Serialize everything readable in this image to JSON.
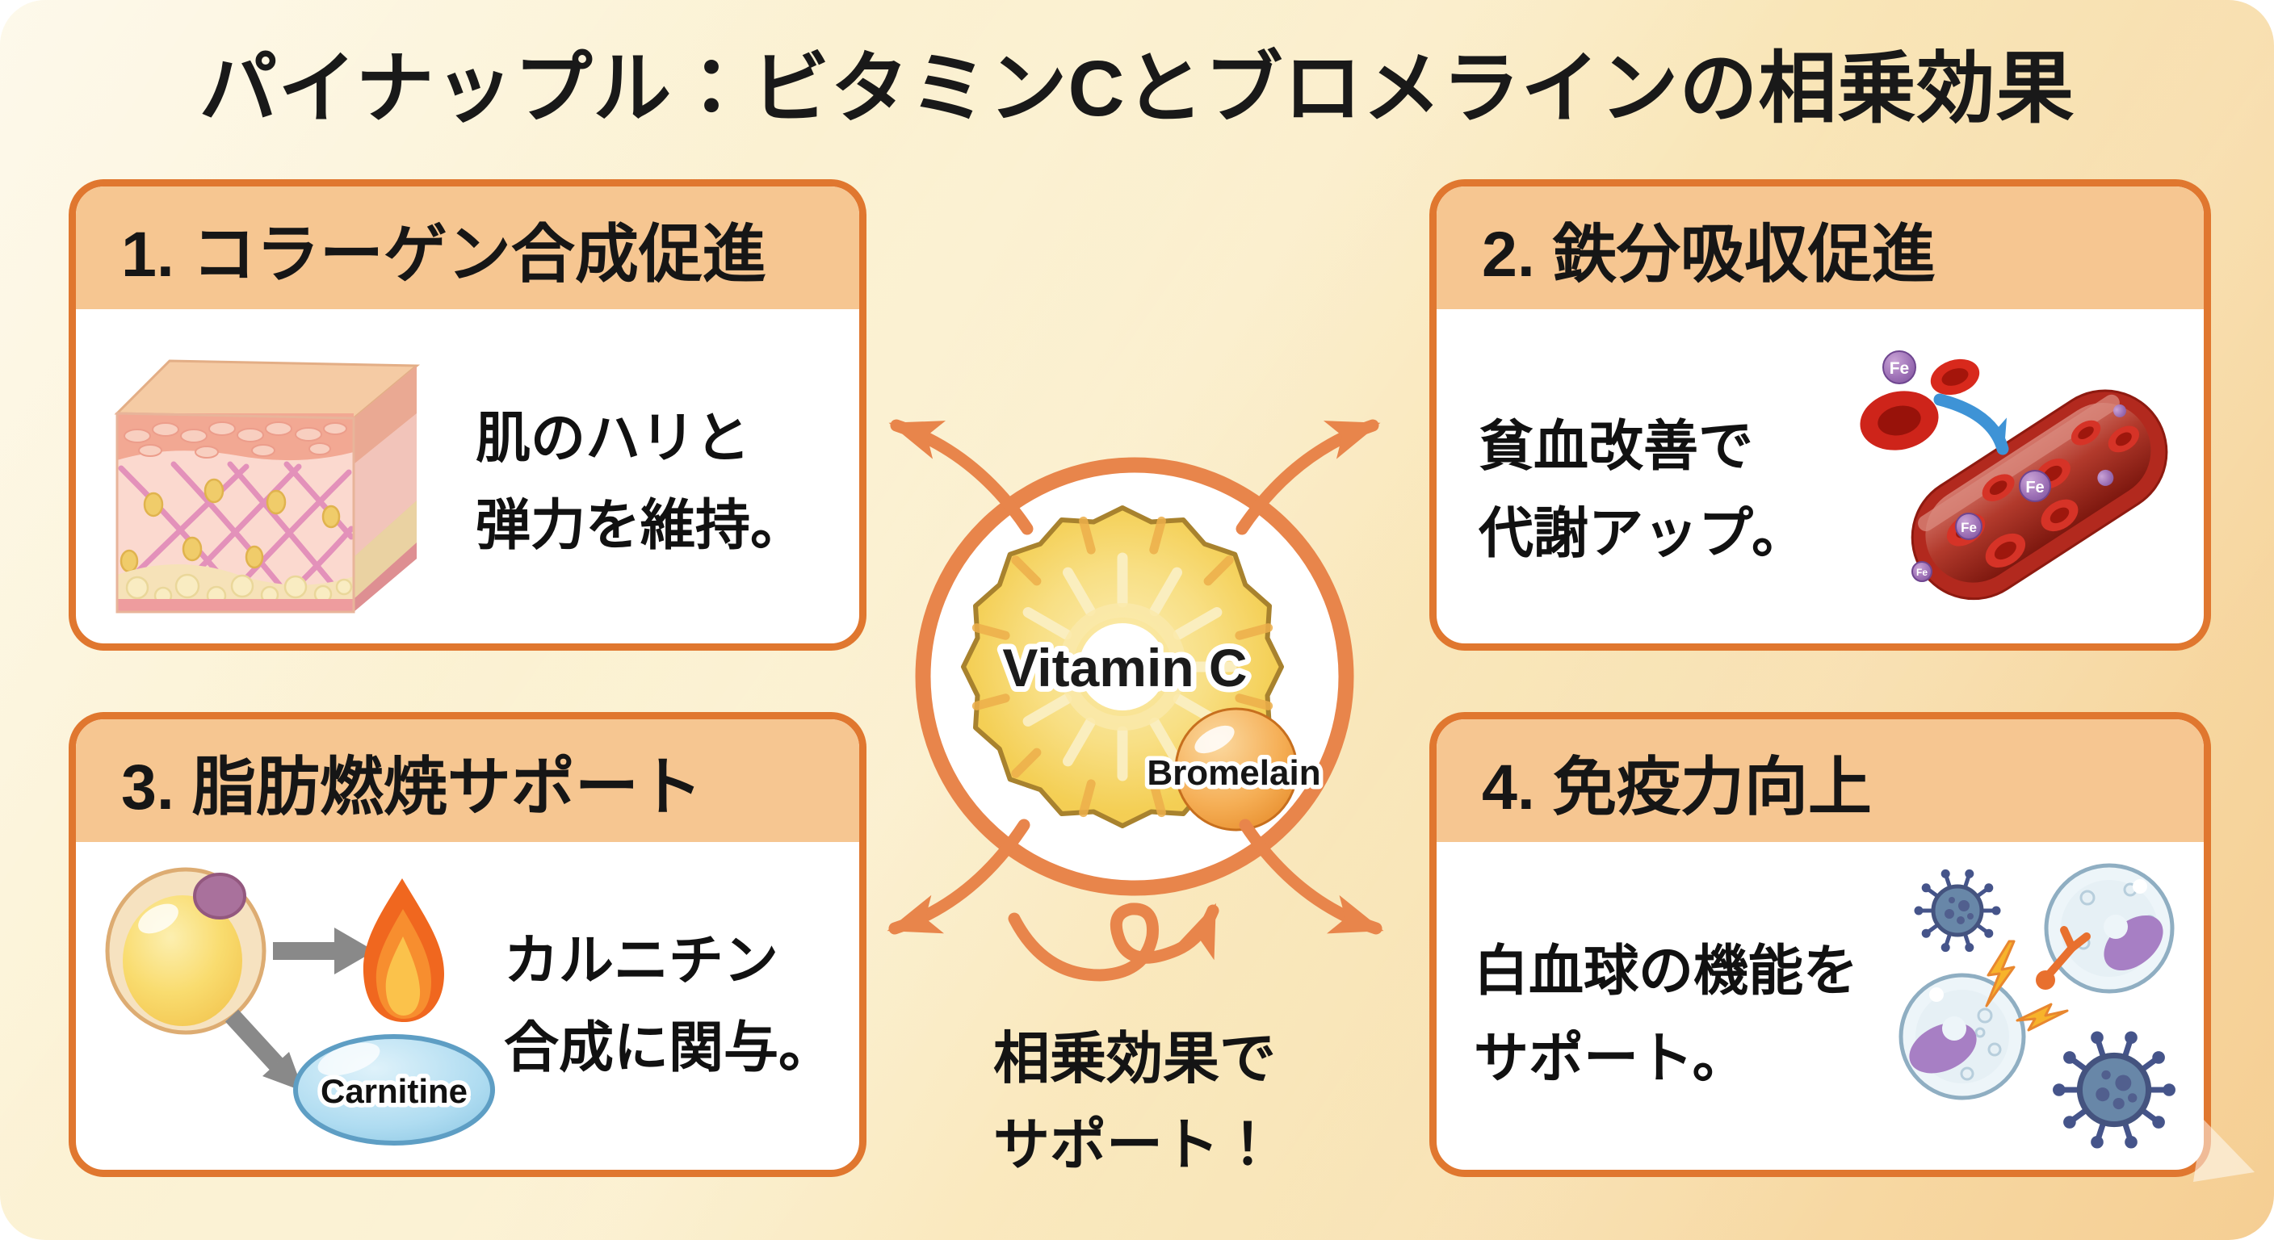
{
  "title": "パイナップル：ビタミンCとブロメラインの相乗効果",
  "center": {
    "vitamin_c_label": "Vitamin C",
    "bromelain_label": "Bromelain",
    "caption_line1": "相乗効果で",
    "caption_line2": "サポート！"
  },
  "boxes": [
    {
      "heading": "1. コラーゲン合成促進",
      "body_line1": "肌のハリと",
      "body_line2": "弾力を維持。"
    },
    {
      "heading": "2. 鉄分吸収促進",
      "body_line1": "貧血改善で",
      "body_line2": "代謝アップ。",
      "fe_label": "Fe"
    },
    {
      "heading": "3. 脂肪燃焼サポート",
      "body_line1": "カルニチン",
      "body_line2": "合成に関与。",
      "carnitine_label": "Carnitine"
    },
    {
      "heading": "4. 免疫力向上",
      "body_line1": "白血球の機能を",
      "body_line2": "サポート。"
    }
  ],
  "colors": {
    "accent_orange": "#E8854B",
    "box_border": "#E0772F",
    "header_band": "#F6C691",
    "background_light": "#FCF5DE",
    "background_dark": "#F5CE93"
  }
}
